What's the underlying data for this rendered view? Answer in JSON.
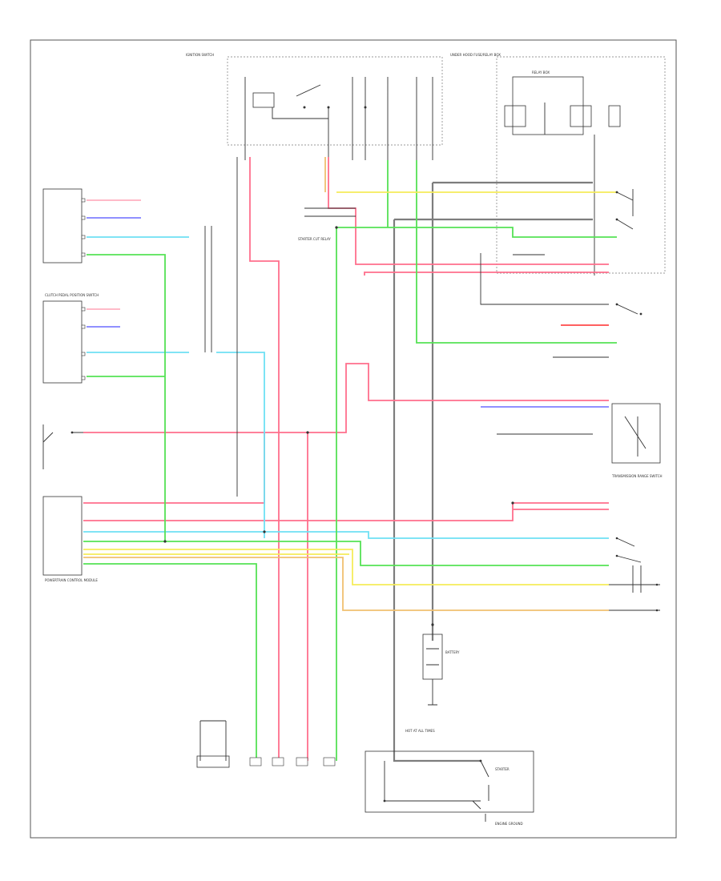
{
  "diagram": {
    "footer_code": "",
    "labels": {
      "engine_ground": "ENGINE GROUND",
      "hot_at_all_times": "HOT AT ALL TIMES",
      "battery": "BATTERY",
      "starter": "STARTER",
      "relay_box": "RELAY BOX",
      "transmission_range_switch": "TRANSMISSION RANGE SWITCH",
      "powertrain_control_module": "POWERTRAIN CONTROL MODULE",
      "clutch_pedal_switch": "CLUTCH PEDAL POSITION SWITCH",
      "ignition_switch": "IGNITION SWITCH",
      "starter_cut_relay": "STARTER CUT RELAY",
      "under_hood_fuse_box": "UNDER HOOD FUSE/RELAY BOX"
    }
  }
}
